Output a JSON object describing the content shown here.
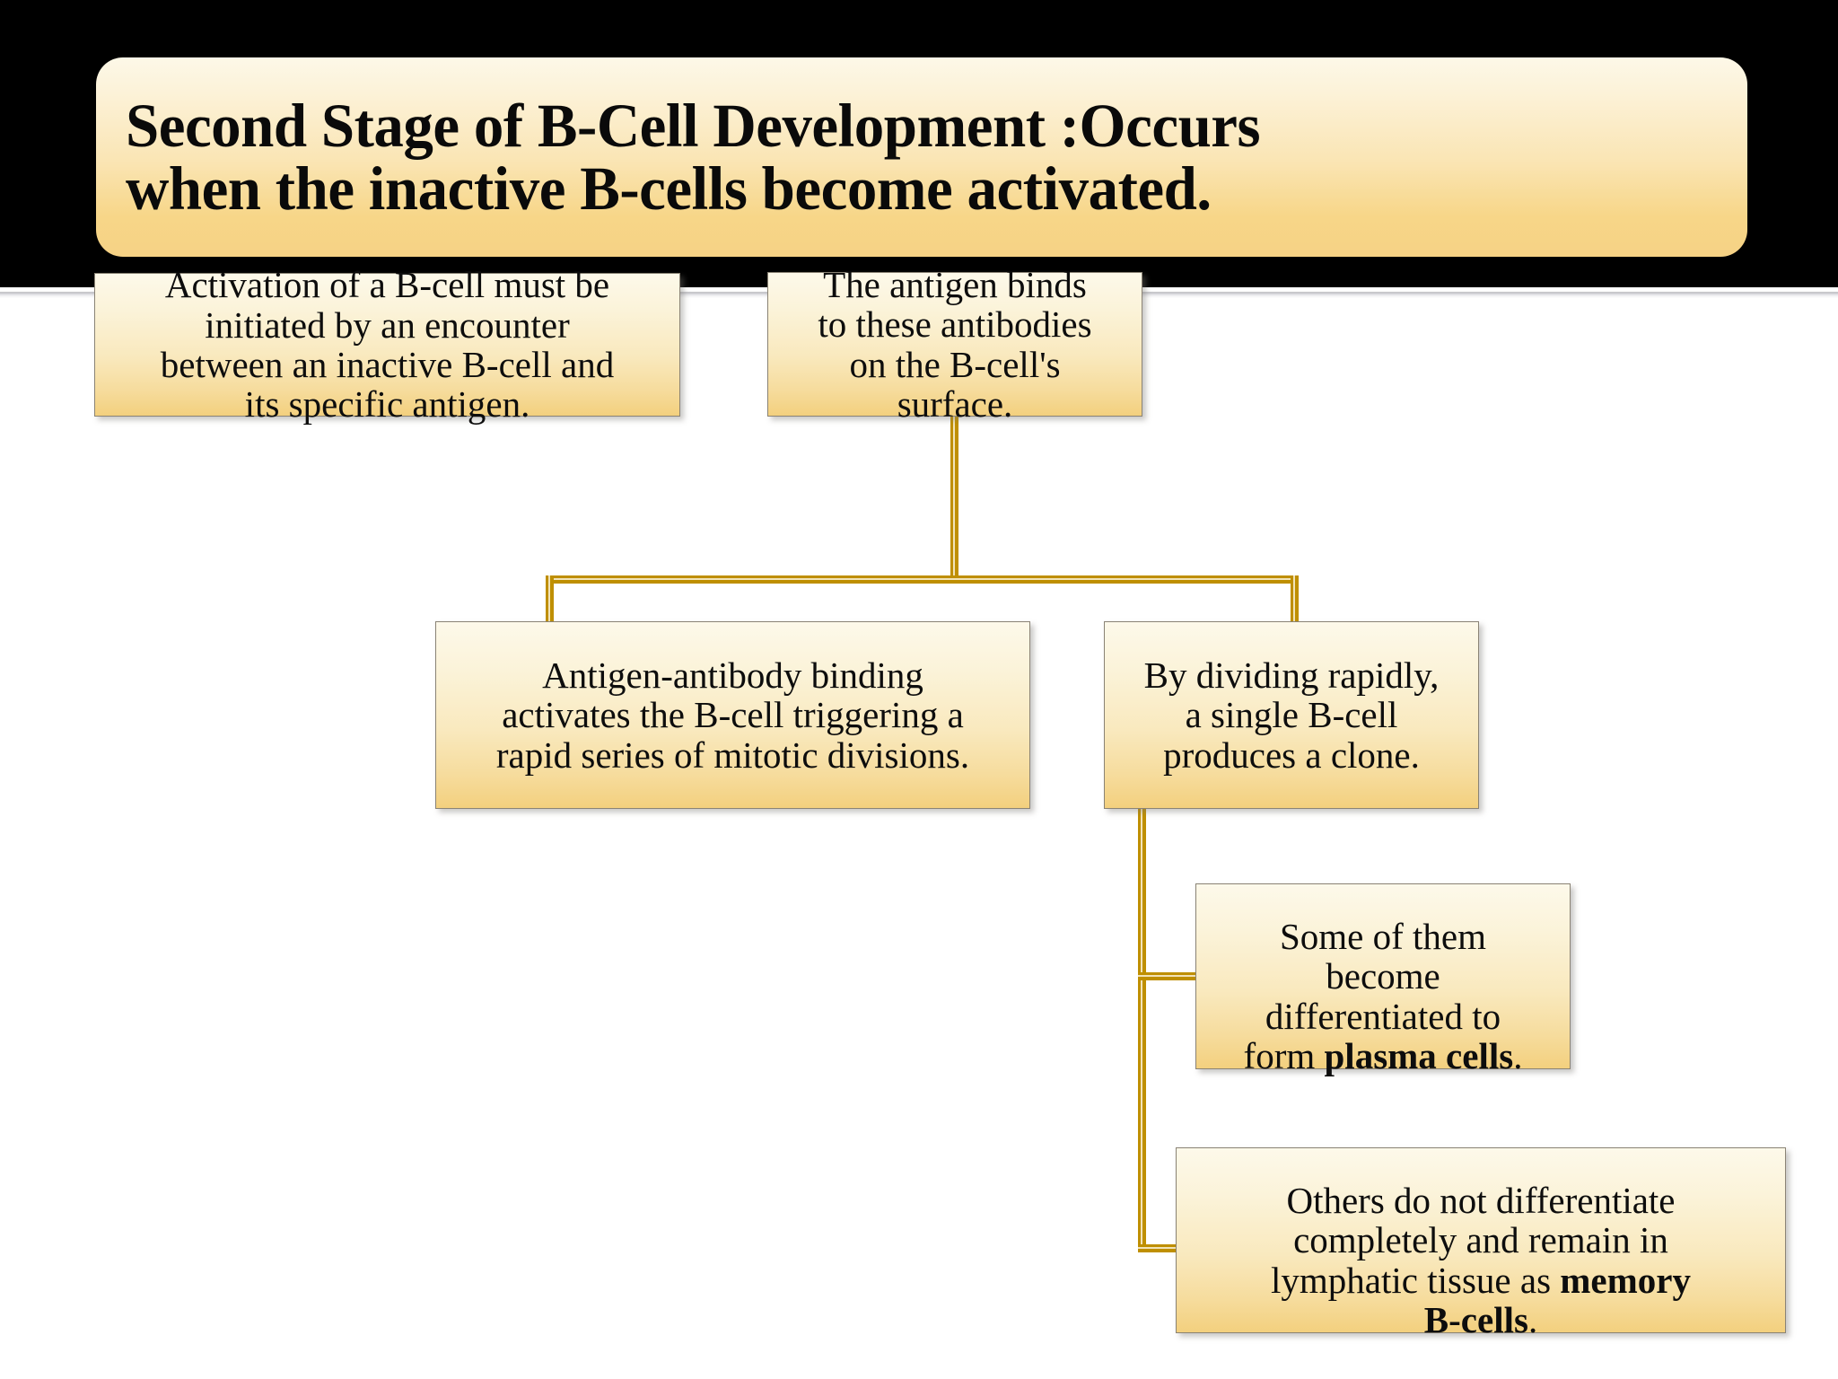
{
  "slide": {
    "title": "Second Stage of B-Cell Development :Occurs\nwhen the inactive B-cells become activated.",
    "header_background": "#000000",
    "title_plaque_gradient_top": "#fdf8e8",
    "title_plaque_gradient_bottom": "#f6d285",
    "box_gradient_top": "#fdf9ea",
    "box_gradient_bottom": "#f3d07e",
    "box_border_color": "#8a8375",
    "connector_color": "#bf8f00",
    "text_color": "#0d0d0d"
  },
  "flowchart": {
    "type": "flowchart",
    "boxes": [
      {
        "id": "activation",
        "text": "Activation of a B-cell must be\ninitiated by an encounter\nbetween an inactive B-cell and\nits specific antigen."
      },
      {
        "id": "antigen-binds",
        "text": "The antigen binds\nto these antibodies\non the B-cell's\nsurface."
      },
      {
        "id": "binding-activates",
        "text": "Antigen-antibody binding\nactivates the B-cell triggering a\nrapid series of mitotic divisions."
      },
      {
        "id": "dividing",
        "text": "By dividing rapidly,\na single B-cell\nproduces a clone."
      },
      {
        "id": "plasma",
        "text_plain": "Some of them become differentiated to form plasma cells.",
        "text_before_bold": "Some of them\nbecome\ndifferentiated to\nform ",
        "text_bold": "plasma cells",
        "text_after_bold": "."
      },
      {
        "id": "memory",
        "text_plain": "Others do not differentiate completely and remain in lymphatic tissue as memory B-cells.",
        "text_before_bold": "Others do not differentiate\ncompletely and remain in\nlymphatic tissue as ",
        "text_bold": "memory\nB-cells",
        "text_after_bold": "."
      }
    ],
    "connections": [
      {
        "from": "antigen-binds",
        "to": "binding-activates"
      },
      {
        "from": "antigen-binds",
        "to": "dividing"
      },
      {
        "from": "dividing",
        "to": "plasma"
      },
      {
        "from": "dividing",
        "to": "memory"
      }
    ]
  }
}
